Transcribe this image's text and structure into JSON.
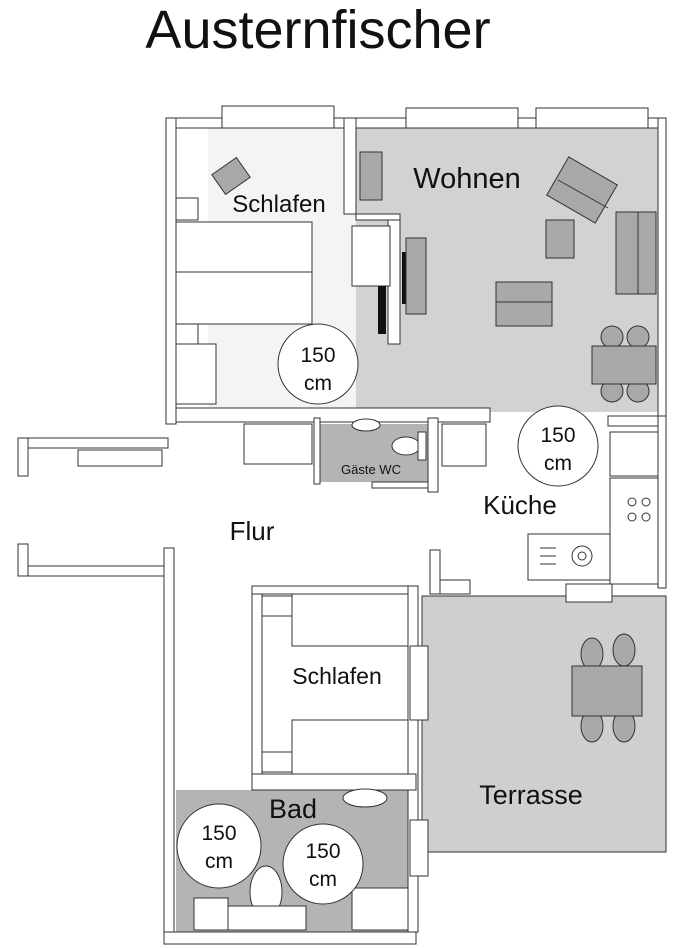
{
  "title": "Austernfischer",
  "rooms": {
    "schlafen_1": "Schlafen",
    "wohnen": "Wohnen",
    "flur": "Flur",
    "kueche": "Küche",
    "gaeste_wc": "Gäste WC",
    "schlafen_2": "Schlafen",
    "bad": "Bad",
    "terrasse": "Terrasse"
  },
  "turning_circles": {
    "schlafen": {
      "value": "150",
      "unit": "cm"
    },
    "kueche": {
      "value": "150",
      "unit": "cm"
    },
    "bad_left": {
      "value": "150",
      "unit": "cm"
    },
    "bad_right": {
      "value": "150",
      "unit": "cm"
    }
  },
  "colors": {
    "room_light": "#f4f4f4",
    "room_medium": "#d2d2d2",
    "room_dark": "#b4b4b4",
    "furniture": "#a8a8a8"
  }
}
